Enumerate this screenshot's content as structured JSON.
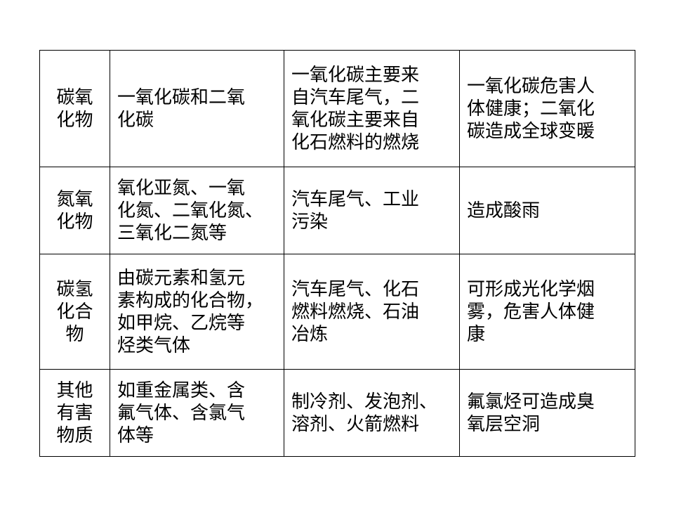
{
  "table": {
    "rows": [
      {
        "category": [
          "碳氧",
          "化物"
        ],
        "substances": [
          "一氧化碳和二氧",
          "化碳"
        ],
        "sources": [
          "一氧化碳主要来",
          "自汽车尾气，二",
          "氧化碳主要来自",
          "化石燃料的燃烧"
        ],
        "harm": [
          "一氧化碳危害人",
          "体健康；二氧化",
          "碳造成全球变暖"
        ]
      },
      {
        "category": [
          "氮氧",
          "化物"
        ],
        "substances": [
          "氧化亚氮、一氧",
          "化氮、二氧化氮、",
          "三氧化二氮等"
        ],
        "sources": [
          "汽车尾气、工业",
          "污染"
        ],
        "harm": [
          "造成酸雨"
        ]
      },
      {
        "category": [
          "碳氢",
          "化合",
          "物"
        ],
        "substances": [
          "由碳元素和氢元",
          "素构成的化合物，",
          "如甲烷、乙烷等",
          "烃类气体"
        ],
        "sources": [
          "汽车尾气、化石",
          "燃料燃烧、石油",
          "冶炼"
        ],
        "harm": [
          "可形成光化学烟",
          "雾，危害人体健",
          "康"
        ]
      },
      {
        "category": [
          "其他",
          "有害",
          "物质"
        ],
        "substances": [
          "如重金属类、含",
          "氟气体、含氯气",
          "体等"
        ],
        "sources": [
          "制冷剂、发泡剂、",
          "溶剂、火箭燃料"
        ],
        "harm": [
          "氟氯烃可造成臭",
          "氧层空洞"
        ]
      }
    ]
  }
}
